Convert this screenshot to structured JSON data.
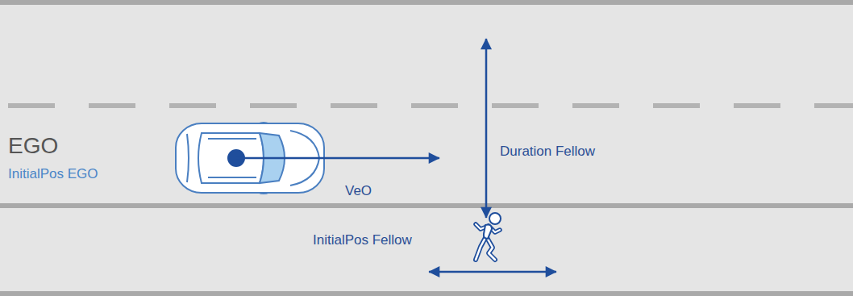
{
  "diagram": {
    "labels": [
      "EGO",
      "InitialPos EGO",
      "VeO",
      "Duration Fellow",
      "InitialPos Fellow"
    ]
  }
}
